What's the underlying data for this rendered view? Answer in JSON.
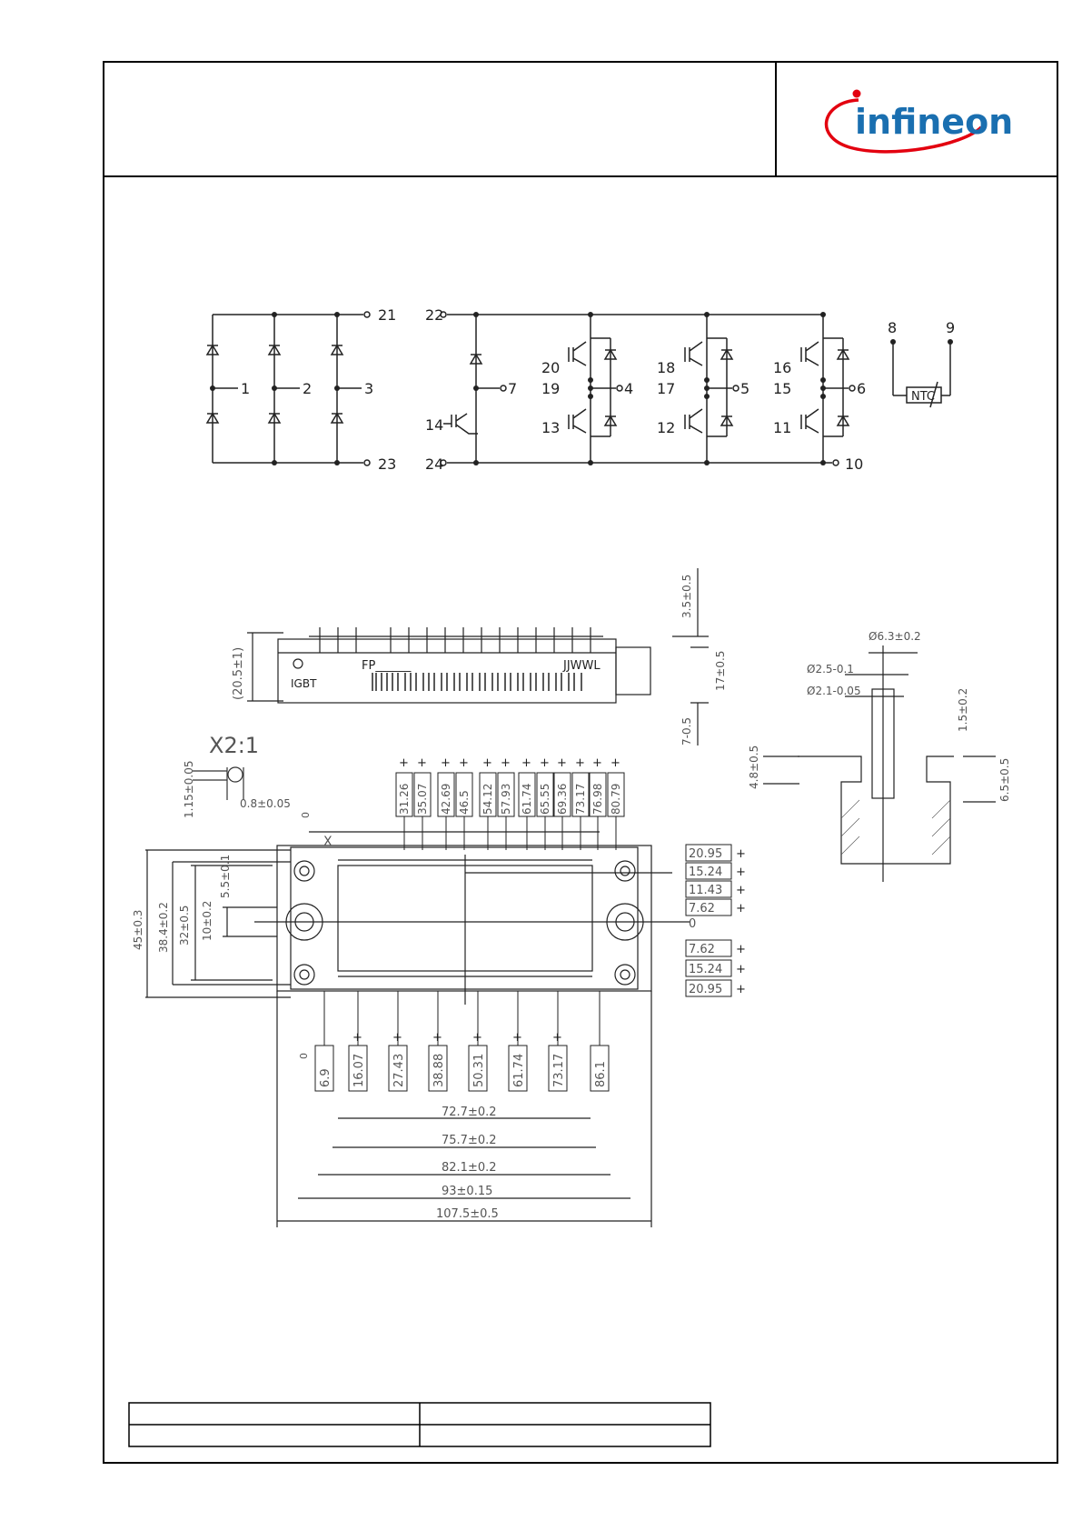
{
  "brand": {
    "logo_text": "infineon",
    "accent": "#e3000f",
    "text_color": "#1a6fb0"
  },
  "schematic": {
    "pins_top": {
      "p21": "21",
      "p22": "22"
    },
    "pins_bottom": {
      "p23": "23",
      "p24": "24",
      "p10": "10"
    },
    "rectifier_outputs": {
      "p1": "1",
      "p2": "2",
      "p3": "3"
    },
    "brake_pins": {
      "p7": "7",
      "p14": "14"
    },
    "inverter_gates": {
      "g20": "20",
      "g19": "19",
      "g13": "13",
      "g18": "18",
      "g17": "17",
      "g12": "12",
      "g16": "16",
      "g15": "15",
      "g11": "11"
    },
    "inverter_outputs": {
      "p4": "4",
      "p5": "5",
      "p6": "6"
    },
    "ntc": {
      "pin8": "8",
      "pin9": "9",
      "label": "NTC"
    }
  },
  "side_view": {
    "marking_fp": "FP______",
    "marking_date": "JJWWL",
    "marking_igbt": "IGBT",
    "height": "(20.5±1)",
    "pin_len": "3.5±0.5",
    "body_h": "17±0.5",
    "base": "7-0.5"
  },
  "detail_x": {
    "title": "X2:1",
    "pin_w": "1.15±0.05",
    "pin_t": "0.8±0.05"
  },
  "pin_detail": {
    "d63": "Ø6.3±0.2",
    "d25": "Ø2.5-0.1",
    "d21": "Ø2.1-0.05",
    "h15": "1.5±0.2",
    "h48": "4.8±0.5",
    "h65": "6.5±0.5"
  },
  "top_view": {
    "marker_x": "X",
    "top_pins": [
      "31.26",
      "35.07",
      "42.69",
      "46.5",
      "54.12",
      "57.93",
      "61.74",
      "65.55",
      "69.36",
      "73.17",
      "76.98",
      "80.79"
    ],
    "top_zero": "0",
    "right_pins": [
      "20.95",
      "15.24",
      "11.43",
      "7.62",
      "7.62",
      "15.24",
      "20.95"
    ],
    "right_zero": "0",
    "bottom_pins": [
      "6.9",
      "16.07",
      "27.43",
      "38.88",
      "50.31",
      "61.74",
      "73.17",
      "86.1"
    ],
    "bottom_zero": "0",
    "left_dims": [
      "45±0.3",
      "38.4±0.2",
      "32±0.5",
      "10±0.2",
      "5.5±0.1"
    ],
    "width_dims": [
      "72.7±0.2",
      "75.7±0.2",
      "82.1±0.2",
      "93±0.15",
      "107.5±0.5"
    ]
  }
}
